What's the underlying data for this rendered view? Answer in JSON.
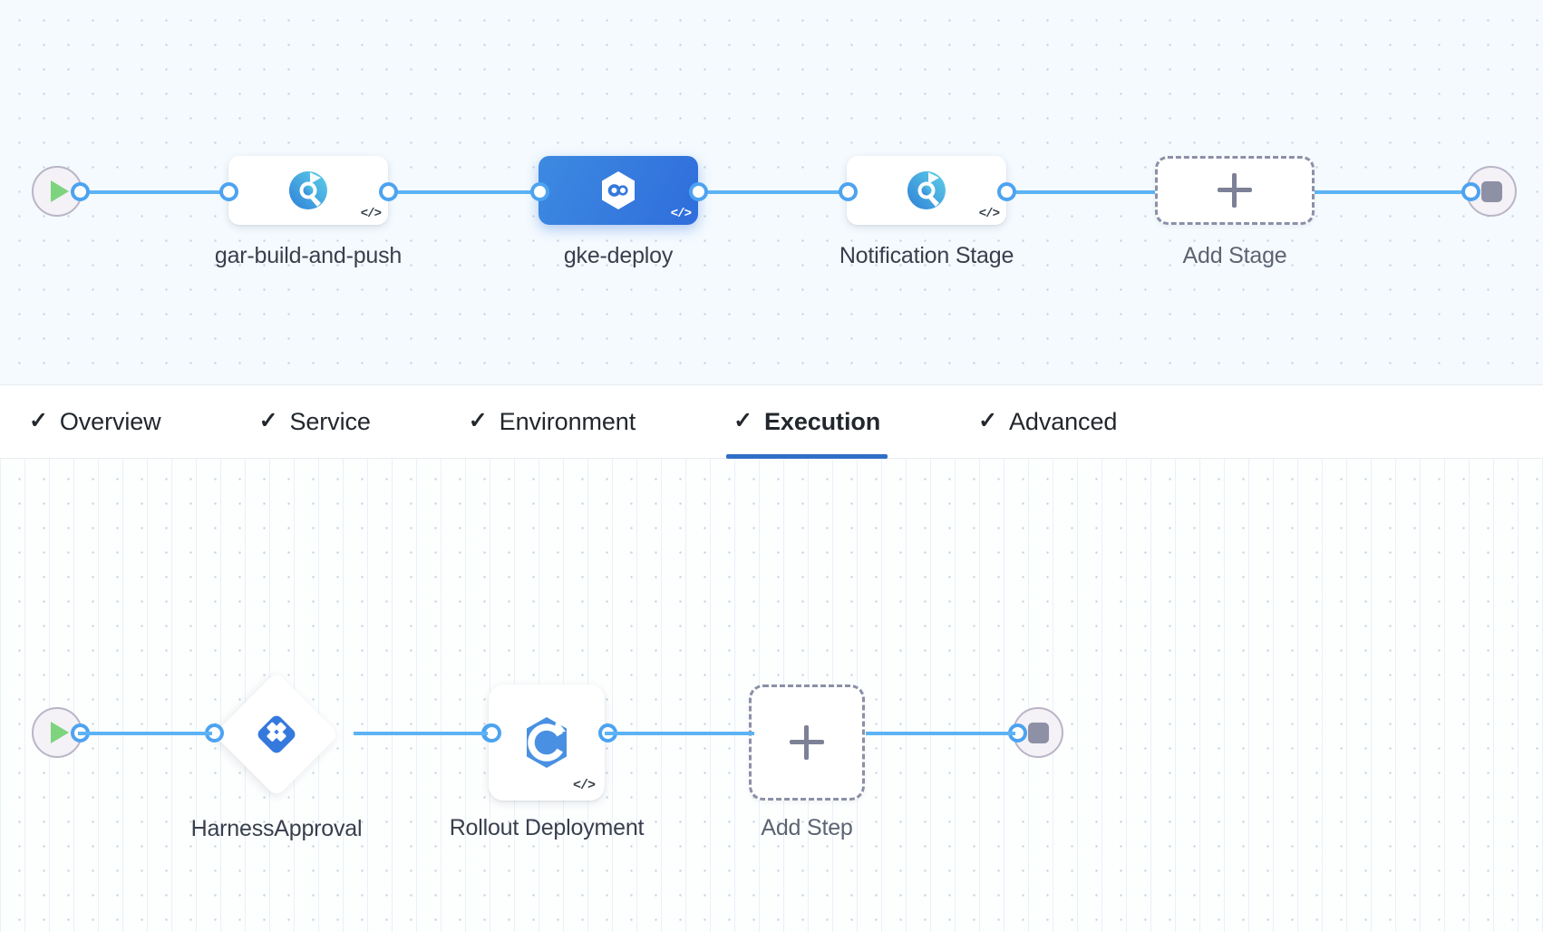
{
  "stages_canvas": {
    "start_node": {
      "icon": "play-icon",
      "name": "pipeline-start-node"
    },
    "end_node": {
      "icon": "stop-icon",
      "name": "pipeline-end-node"
    },
    "stages": [
      {
        "label": "gar-build-and-push",
        "icon": "harness-ci-icon",
        "selected": false,
        "code_badge": "</>"
      },
      {
        "label": "gke-deploy",
        "icon": "harness-cd-hexagon-icon",
        "selected": true,
        "code_badge": "</>"
      },
      {
        "label": "Notification Stage",
        "icon": "harness-ci-icon",
        "selected": false,
        "code_badge": "</>"
      }
    ],
    "add_stage": {
      "label": "Add Stage",
      "icon": "plus-icon"
    }
  },
  "tabs": [
    {
      "label": "Overview",
      "check": "✓",
      "active": false
    },
    {
      "label": "Service",
      "check": "✓",
      "active": false
    },
    {
      "label": "Environment",
      "check": "✓",
      "active": false
    },
    {
      "label": "Execution",
      "check": "✓",
      "active": true
    },
    {
      "label": "Advanced",
      "check": "✓",
      "active": false
    }
  ],
  "steps_canvas": {
    "start_node": {
      "icon": "play-icon",
      "name": "execution-start-node"
    },
    "end_node": {
      "icon": "stop-icon",
      "name": "execution-end-node"
    },
    "steps": [
      {
        "label": "HarnessApproval",
        "icon": "harness-approval-diamond-icon",
        "shape": "diamond"
      },
      {
        "label": "Rollout Deployment",
        "icon": "kubernetes-rollout-icon",
        "shape": "card",
        "code_badge": "</>"
      }
    ],
    "add_step": {
      "label": "Add Step",
      "icon": "plus-icon"
    }
  },
  "colors": {
    "accent_blue": "#2f6ec7",
    "edge_blue": "#5cb3f5",
    "selected_stage": "#3579dd",
    "canvas_stages_bg": "#f4fafe",
    "canvas_steps_bg": "#fdfefe"
  }
}
